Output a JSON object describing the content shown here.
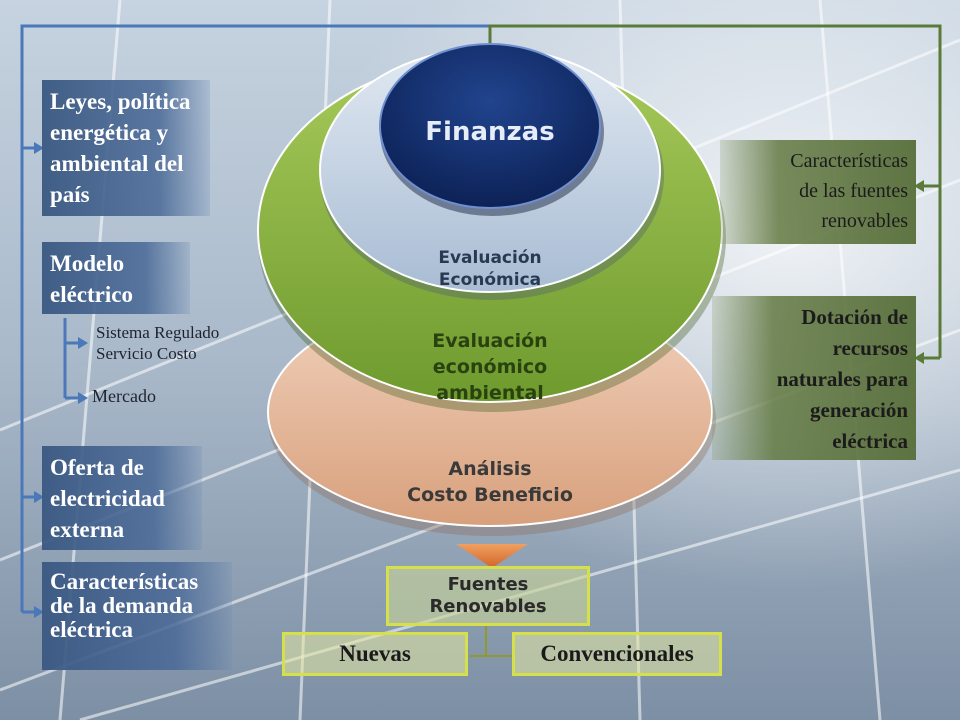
{
  "left_boxes": [
    {
      "lines": [
        "Leyes, política",
        "energética y",
        "ambiental del",
        "país"
      ]
    },
    {
      "lines": [
        "Modelo",
        "eléctrico"
      ]
    },
    {
      "lines": [
        "Oferta de",
        "electricidad",
        "externa"
      ]
    },
    {
      "lines": [
        "Características",
        "de la demanda",
        "eléctrica"
      ]
    }
  ],
  "sub_items": {
    "regulated": [
      "Sistema Regulado",
      "Servicio Costo"
    ],
    "market": "Mercado"
  },
  "right_boxes": [
    {
      "lines": [
        "Características",
        "de las fuentes",
        "renovables"
      ]
    },
    {
      "lines": [
        "Dotación de",
        "recursos",
        "naturales para",
        "generación",
        "eléctrica"
      ]
    }
  ],
  "rings": {
    "finanzas": "Finanzas",
    "economica": [
      "Evaluación",
      "Económica"
    ],
    "economico_ambiental": [
      "Evaluación",
      "económico",
      "ambiental"
    ],
    "costo_beneficio": [
      "Análisis",
      "Costo Beneficio"
    ]
  },
  "output": {
    "main": [
      "Fuentes",
      "Renovables"
    ],
    "left": "Nuevas",
    "right": "Convencionales"
  },
  "colors": {
    "blue_box": "#4a6894",
    "green_box": "#667c46",
    "finanzas_fill": "#0f2a66",
    "economica_fill": "#c8d6e6",
    "ambiental_fill": "#8db543",
    "beneficio_fill": "#e2b89a",
    "connector_blue": "#4a78b8",
    "connector_green": "#5a7a3a",
    "output_border": "#d6e04a",
    "arrow_orange": "#e07a3a"
  }
}
